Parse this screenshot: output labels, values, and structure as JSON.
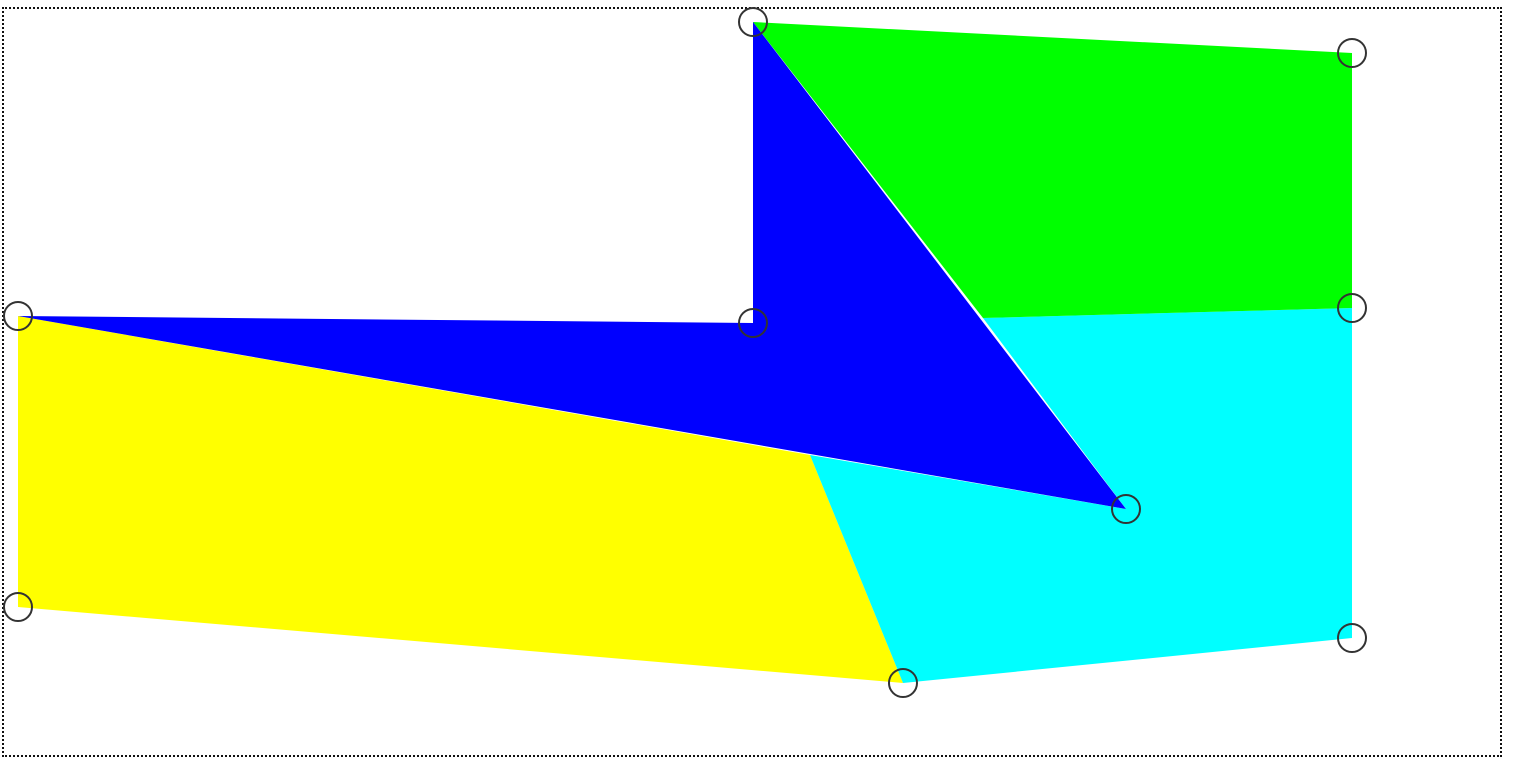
{
  "colors": {
    "yellow_region": "#ffff00",
    "blue_region": "#0000ff",
    "green_region": "#00ff00",
    "cyan_region": "#00ffff",
    "frame_border": "#111111",
    "handle_stroke": "#333333"
  },
  "editor": {
    "handle_shape": "circle",
    "handle_count": 9,
    "frame_style": "dotted"
  }
}
